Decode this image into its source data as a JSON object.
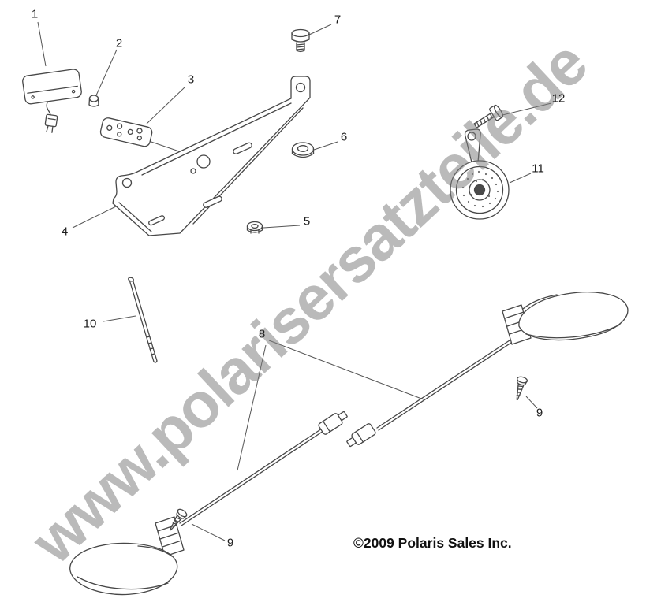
{
  "watermark": {
    "text": "www.polarisersatzteile.de",
    "color": "#7d7d7d"
  },
  "copyright": "©2009 Polaris Sales Inc.",
  "callouts": [
    {
      "id": "1",
      "label": "1"
    },
    {
      "id": "2",
      "label": "2"
    },
    {
      "id": "3",
      "label": "3"
    },
    {
      "id": "4",
      "label": "4"
    },
    {
      "id": "5",
      "label": "5"
    },
    {
      "id": "6",
      "label": "6"
    },
    {
      "id": "7",
      "label": "7"
    },
    {
      "id": "8",
      "label": "8"
    },
    {
      "id": "9a",
      "label": "9"
    },
    {
      "id": "9b",
      "label": "9"
    },
    {
      "id": "10",
      "label": "10"
    },
    {
      "id": "11",
      "label": "11"
    },
    {
      "id": "12",
      "label": "12"
    }
  ],
  "line_art_color": "#474747"
}
